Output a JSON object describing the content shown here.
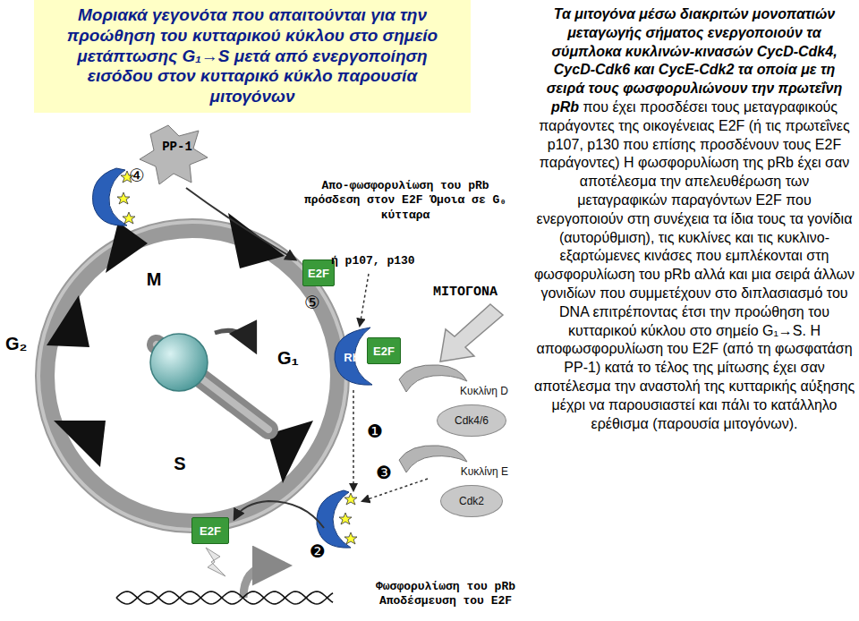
{
  "diagram": {
    "title": "Μοριακά γεγονότα που απαιτούνται για την προώθηση του κυτταρικού κύκλου στο σημείο μετάπτωσης G₁→S μετά από ενεργοποίηση εισόδου στον κυτταρικό κύκλο παρουσία μιτογόνων",
    "nodes": [
      {
        "text": [
          "E2F"
        ]
      },
      {
        "text": [
          "Rb"
        ]
      },
      {
        "text": [
          "E2F"
        ]
      },
      {
        "text": [
          "Κυκλίνη D"
        ]
      },
      {
        "text": [
          "Cdk4/6"
        ]
      },
      {
        "text": [
          "Κυκλίνη E"
        ]
      },
      {
        "text": [
          "Cdk2"
        ]
      },
      {
        "text": [
          "E2F"
        ]
      }
    ],
    "labels": [
      "PP-1",
      "④",
      "Απο-φωσφορυλίωση του pRb πρόσδεση στον E2F Όμοια σε G₀ κύτταρα",
      "M",
      "⑤",
      "ή p107, p130",
      "ΜΙΤΟΓΟΝΑ",
      "G₂",
      "G₁",
      "S",
      "❶",
      "❸",
      "❷",
      "Φωσφορυλίωση του pRb Αποδέσμευση του E2F",
      "Τα μιτογόνα μέσω διακριτών μονοπατιών μεταγωγής σήματος ενεργοποιούν τα σύμπλοκα κυκλινών-κινασών CycD-Cdk4, CycD-Cdk6 και CycE-Cdk2 τα οποία με τη σειρά τους φωσφορυλιώνουν την πρωτεΐνη pRb",
      "που έχει προσδέσει τους μεταγραφικούς παράγοντες της οικογένειας E2F (ή τις πρωτεΐνες p107, p130 που επίσης προσδένουν τους E2F παράγοντες) Η φωσφορυλίωση της pRb έχει σαν αποτέλεσμα την απελευθέρωση των μεταγραφικών παραγόντων E2F που ενεργοποιούν στη συνέχεια τα ίδια τους τα γονίδια (αυτορύθμιση), τις κυκλίνες και τις κυκλινο-εξαρτώμενες κινάσες που εμπλέκονται στη φωσφορυλίωση του pRb αλλά και μια σειρά άλλων γονιδίων που συμμετέχουν στο διπλασιασμό του DNA επιτρέποντας έτσι την προώθηση του κυτταρικού κύκλου στο σημείο G₁→S. Η αποφωσφορυλίωση του E2F (από τη φωσφατάση PP-1) κατά το τέλος της μίτωσης έχει σαν αποτέλεσμα την αναστολή της κυτταρικής αύξησης μέχρι να παρουσιαστεί και πάλι το κατάλληλο ερέθισμα (παρουσία μιτογόνων)."
    ]
  }
}
